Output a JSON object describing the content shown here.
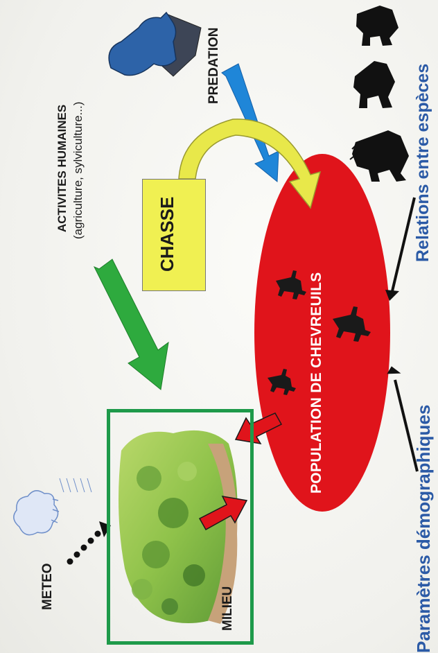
{
  "labels": {
    "activites_title": "ACTIVITES HUMAINES",
    "activites_sub": "(agriculture, sylviculture...)",
    "predation": "PREDATION",
    "chasse": "CHASSE",
    "population": "POPULATION DE CHEVREUILS",
    "meteo": "METEO",
    "milieu": "MILIEU",
    "parametres": "Paramètres démographiques",
    "relations": "Relations entre espèces"
  },
  "colors": {
    "population_ellipse": "#e0141b",
    "chasse_box": "#f0f052",
    "activites_arrow": "#2eaa3e",
    "predation_arrow": "#1f86d8",
    "chasse_arrow": "#e8e84a",
    "milieu_frame": "#1e9a4a",
    "interaction_arrows": "#e0141b",
    "blue_text": "#2b5aa6"
  },
  "icons": [
    "wolf-icon",
    "deer-icon",
    "forest-icon",
    "weather-icon",
    "animal-silhouette-icon"
  ]
}
